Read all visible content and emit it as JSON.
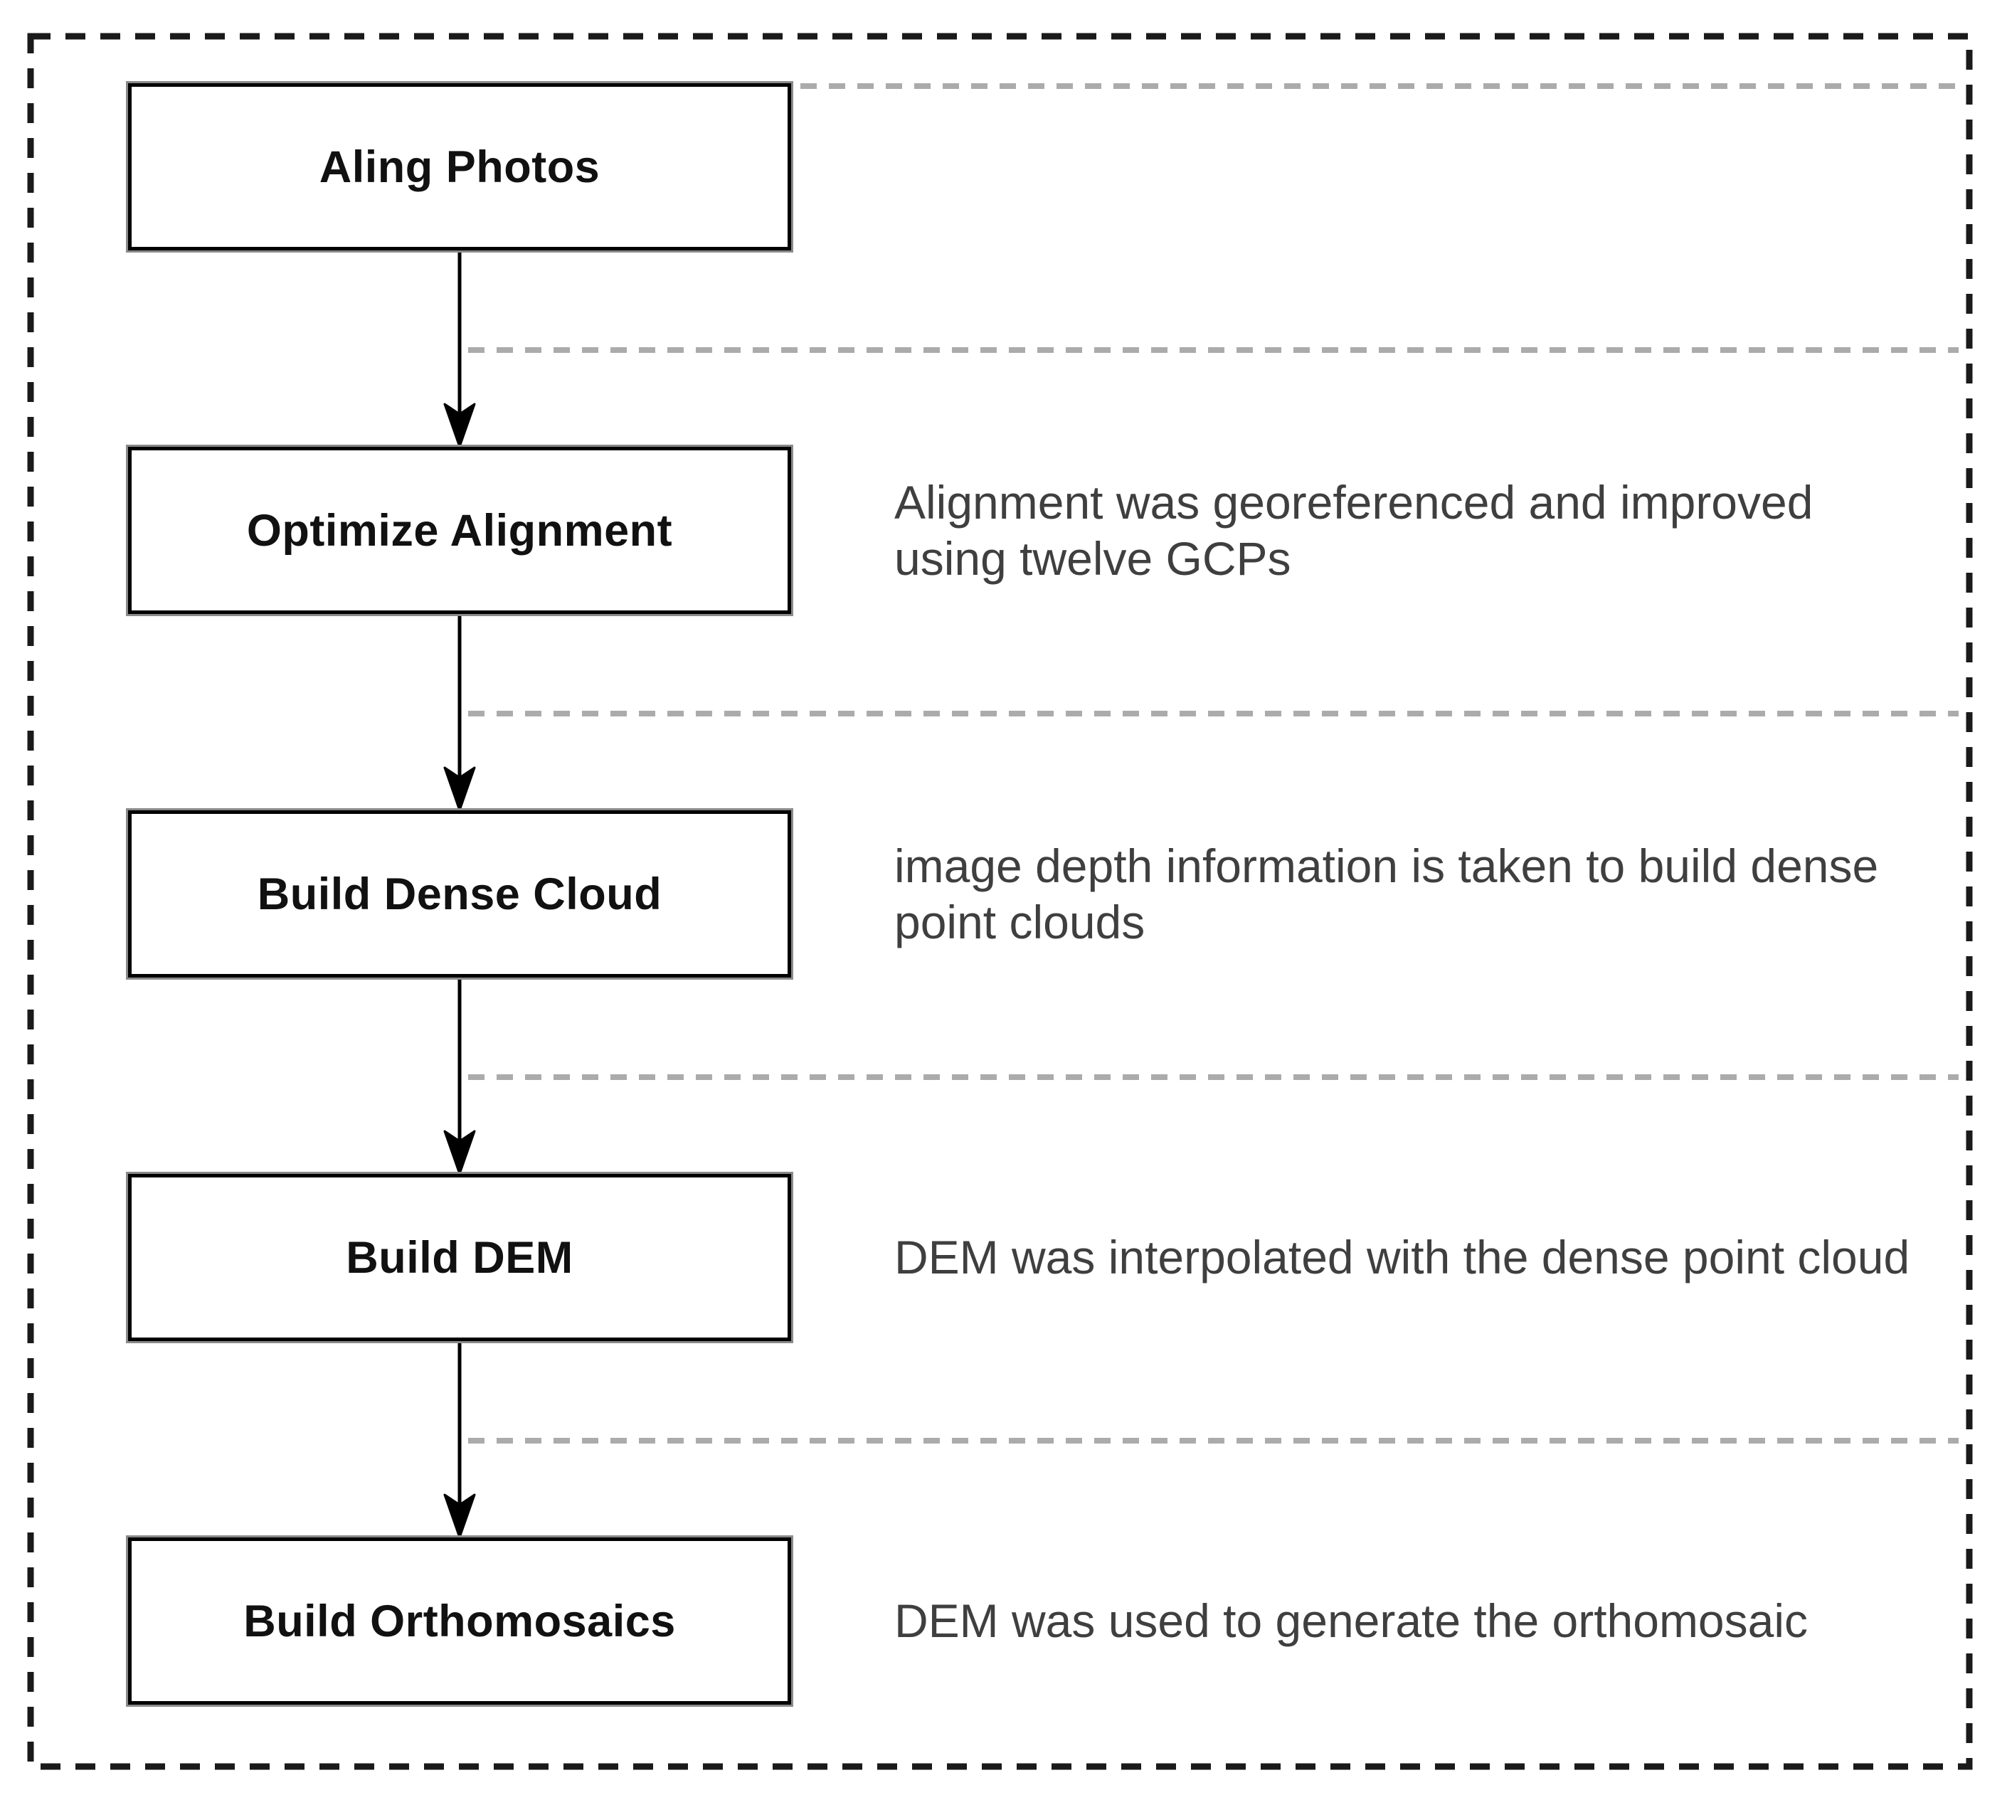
{
  "figure": {
    "kind": "flowchart",
    "background_color": "#ffffff",
    "outer_border_color": "#1a1a1a",
    "separator_color": "#ababab",
    "arrow_color": "#000000",
    "box_fill_color": "#ffffff",
    "box_border_color": "#000000",
    "box_shadow_color": "#8a8a8a",
    "box_label_color": "#111111",
    "annotation_text_color": "#3f3f3f"
  },
  "flowchart": {
    "steps": [
      {
        "label": "Aling Photos",
        "annotation": "",
        "annotation_lines": []
      },
      {
        "label": "Optimize Alignment",
        "annotation": "Alignment was georeferenced and improved using twelve GCPs",
        "annotation_lines": [
          "Alignment was georeferenced and improved",
          "using twelve GCPs"
        ]
      },
      {
        "label": "Build Dense Cloud",
        "annotation": "image depth information is taken to build dense point clouds",
        "annotation_lines": [
          "image depth information is taken to build dense",
          "point clouds"
        ]
      },
      {
        "label": "Build DEM",
        "annotation": "DEM was interpolated with the dense point cloud",
        "annotation_lines": [
          "DEM was interpolated with the dense point cloud"
        ]
      },
      {
        "label": "Build Orthomosaics",
        "annotation": "DEM was used to generate the orthomosaic",
        "annotation_lines": [
          "DEM was used to generate the orthomosaic"
        ]
      }
    ]
  }
}
